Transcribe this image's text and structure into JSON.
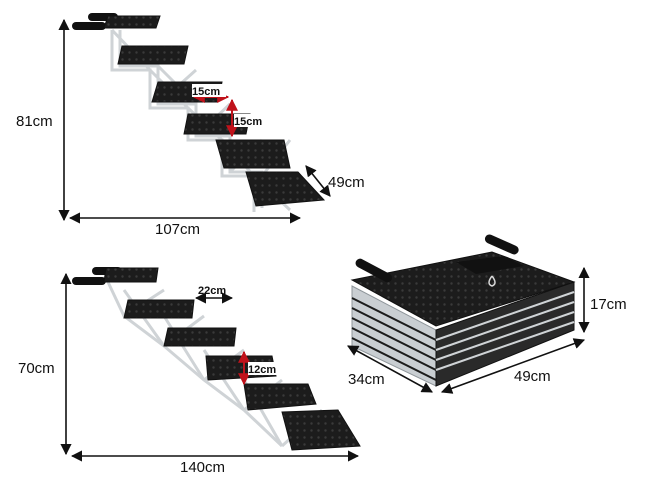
{
  "top_stairs": {
    "height_label": "81cm",
    "length_label": "107cm",
    "width_label": "49cm",
    "step_depth_label": "15cm",
    "step_rise_label": "15cm"
  },
  "bottom_stairs": {
    "height_label": "70cm",
    "length_label": "140cm",
    "step_depth_label": "22cm",
    "step_rise_label": "12cm"
  },
  "folded": {
    "height_label": "17cm",
    "depth_label": "34cm",
    "width_label": "49cm"
  },
  "colors": {
    "dimension_line": "#111111",
    "detail_arrow": "#c0121b",
    "tread": "#1c1c1c",
    "frame": "#cfd3d6"
  }
}
